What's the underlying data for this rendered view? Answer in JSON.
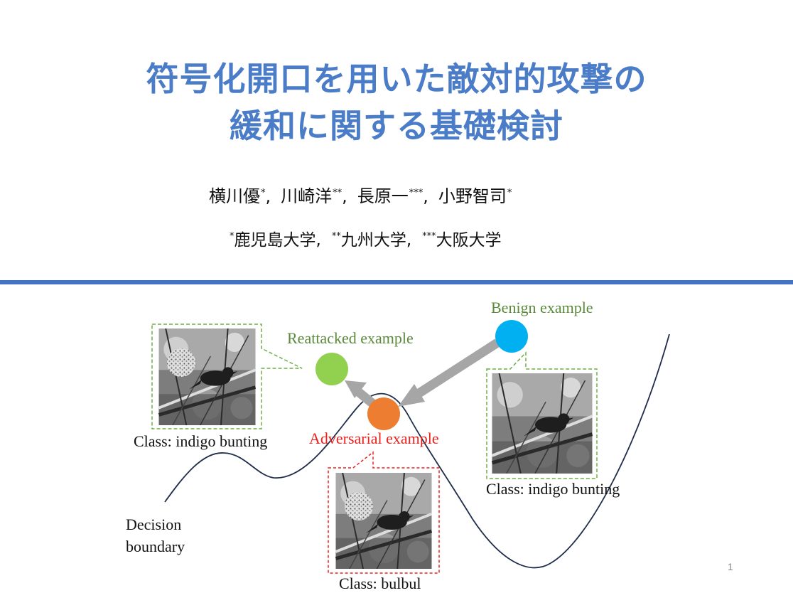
{
  "slide": {
    "title_line1": "符号化開口を用いた敵対的攻撃の",
    "title_line2": "緩和に関する基礎検討",
    "authors": [
      {
        "name": "横川優",
        "mark": "*",
        "sep": ","
      },
      {
        "name": "川崎洋",
        "mark": "**",
        "sep": ","
      },
      {
        "name": "長原一",
        "mark": "***",
        "sep": ","
      },
      {
        "name": "小野智司",
        "mark": "*",
        "sep": ""
      }
    ],
    "affiliations": [
      {
        "mark": "*",
        "name": "鹿児島大学",
        "sep": ","
      },
      {
        "mark": "**",
        "name": "九州大学",
        "sep": ","
      },
      {
        "mark": "***",
        "name": "大阪大学",
        "sep": ""
      }
    ],
    "page_number": "1"
  },
  "diagram": {
    "benign_label": "Benign example",
    "reattacked_label": "Reattacked example",
    "adversarial_label": "Adversarial example",
    "class_reattacked": "Class: indigo bunting",
    "class_benign": "Class: indigo bunting",
    "class_adversarial": "Class: bulbul",
    "boundary_label_1": "Decision",
    "boundary_label_2": "boundary",
    "colors": {
      "benign": "#00b0f0",
      "reattacked": "#92d050",
      "adversarial": "#ed7d31",
      "arrow": "#a6a6a6",
      "green_border": "#70ad47",
      "red_border": "#e8231f"
    }
  }
}
